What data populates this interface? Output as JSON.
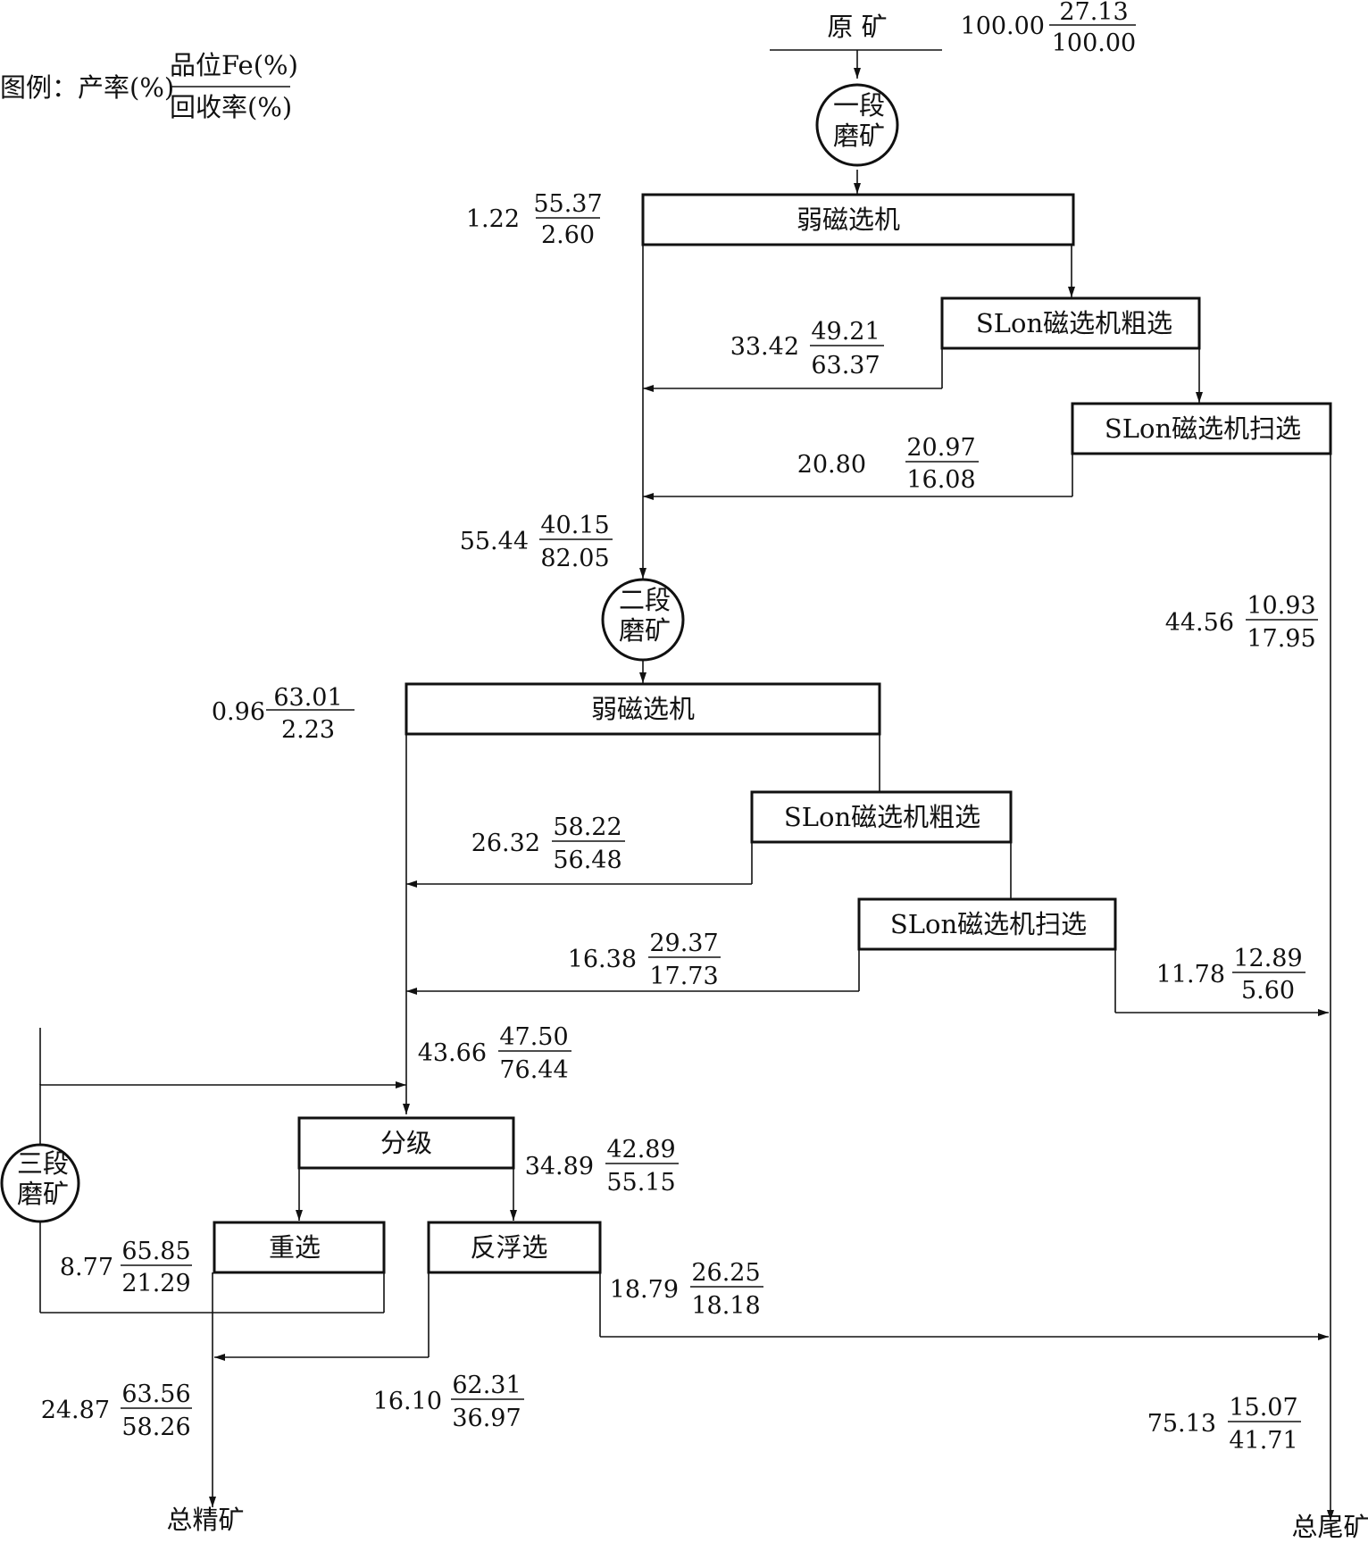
{
  "legend": {
    "prefix": "图例：产率(%)",
    "numerator": "品位Fe(%)",
    "denominator": "回收率(%)"
  },
  "nodes": {
    "raw_ore": "原 矿",
    "grind1": [
      "一段",
      "磨矿"
    ],
    "grind2": [
      "二段",
      "磨矿"
    ],
    "grind3": [
      "三段",
      "磨矿"
    ],
    "lims1": "弱磁选机",
    "slon_rough1": "SLon磁选机粗选",
    "slon_scav1": "SLon磁选机扫选",
    "lims2": "弱磁选机",
    "slon_rough2": "SLon磁选机粗选",
    "slon_scav2": "SLon磁选机扫选",
    "classify": "分级",
    "gravity": "重选",
    "rev_flot": "反浮选",
    "final_conc": "总精矿",
    "final_tail": "总尾矿"
  },
  "indices": [
    {
      "id": "raw",
      "yield": "100.00",
      "grade": "27.13",
      "recovery": "100.00"
    },
    {
      "id": "lims1-conc",
      "yield": "1.22",
      "grade": "55.37",
      "recovery": "2.60"
    },
    {
      "id": "rough1-conc",
      "yield": "33.42",
      "grade": "49.21",
      "recovery": "63.37"
    },
    {
      "id": "scav1-conc",
      "yield": "20.80",
      "grade": "20.97",
      "recovery": "16.08"
    },
    {
      "id": "stage1-total",
      "yield": "55.44",
      "grade": "40.15",
      "recovery": "82.05"
    },
    {
      "id": "tail1",
      "yield": "44.56",
      "grade": "10.93",
      "recovery": "17.95"
    },
    {
      "id": "lims2-conc",
      "yield": "0.96",
      "grade": "63.01",
      "recovery": "2.23"
    },
    {
      "id": "rough2-conc",
      "yield": "26.32",
      "grade": "58.22",
      "recovery": "56.48"
    },
    {
      "id": "scav2-conc",
      "yield": "16.38",
      "grade": "29.37",
      "recovery": "17.73"
    },
    {
      "id": "tail2",
      "yield": "11.78",
      "grade": "12.89",
      "recovery": "5.60"
    },
    {
      "id": "stage2-total",
      "yield": "43.66",
      "grade": "47.50",
      "recovery": "76.44"
    },
    {
      "id": "classify-fine",
      "yield": "34.89",
      "grade": "42.89",
      "recovery": "55.15"
    },
    {
      "id": "gravity-conc",
      "yield": "8.77",
      "grade": "65.85",
      "recovery": "21.29"
    },
    {
      "id": "flot-tail",
      "yield": "18.79",
      "grade": "26.25",
      "recovery": "18.18"
    },
    {
      "id": "final-conc",
      "yield": "24.87",
      "grade": "63.56",
      "recovery": "58.26"
    },
    {
      "id": "flot-conc",
      "yield": "16.10",
      "grade": "62.31",
      "recovery": "36.97"
    },
    {
      "id": "final-tail",
      "yield": "75.13",
      "grade": "15.07",
      "recovery": "41.71"
    }
  ]
}
